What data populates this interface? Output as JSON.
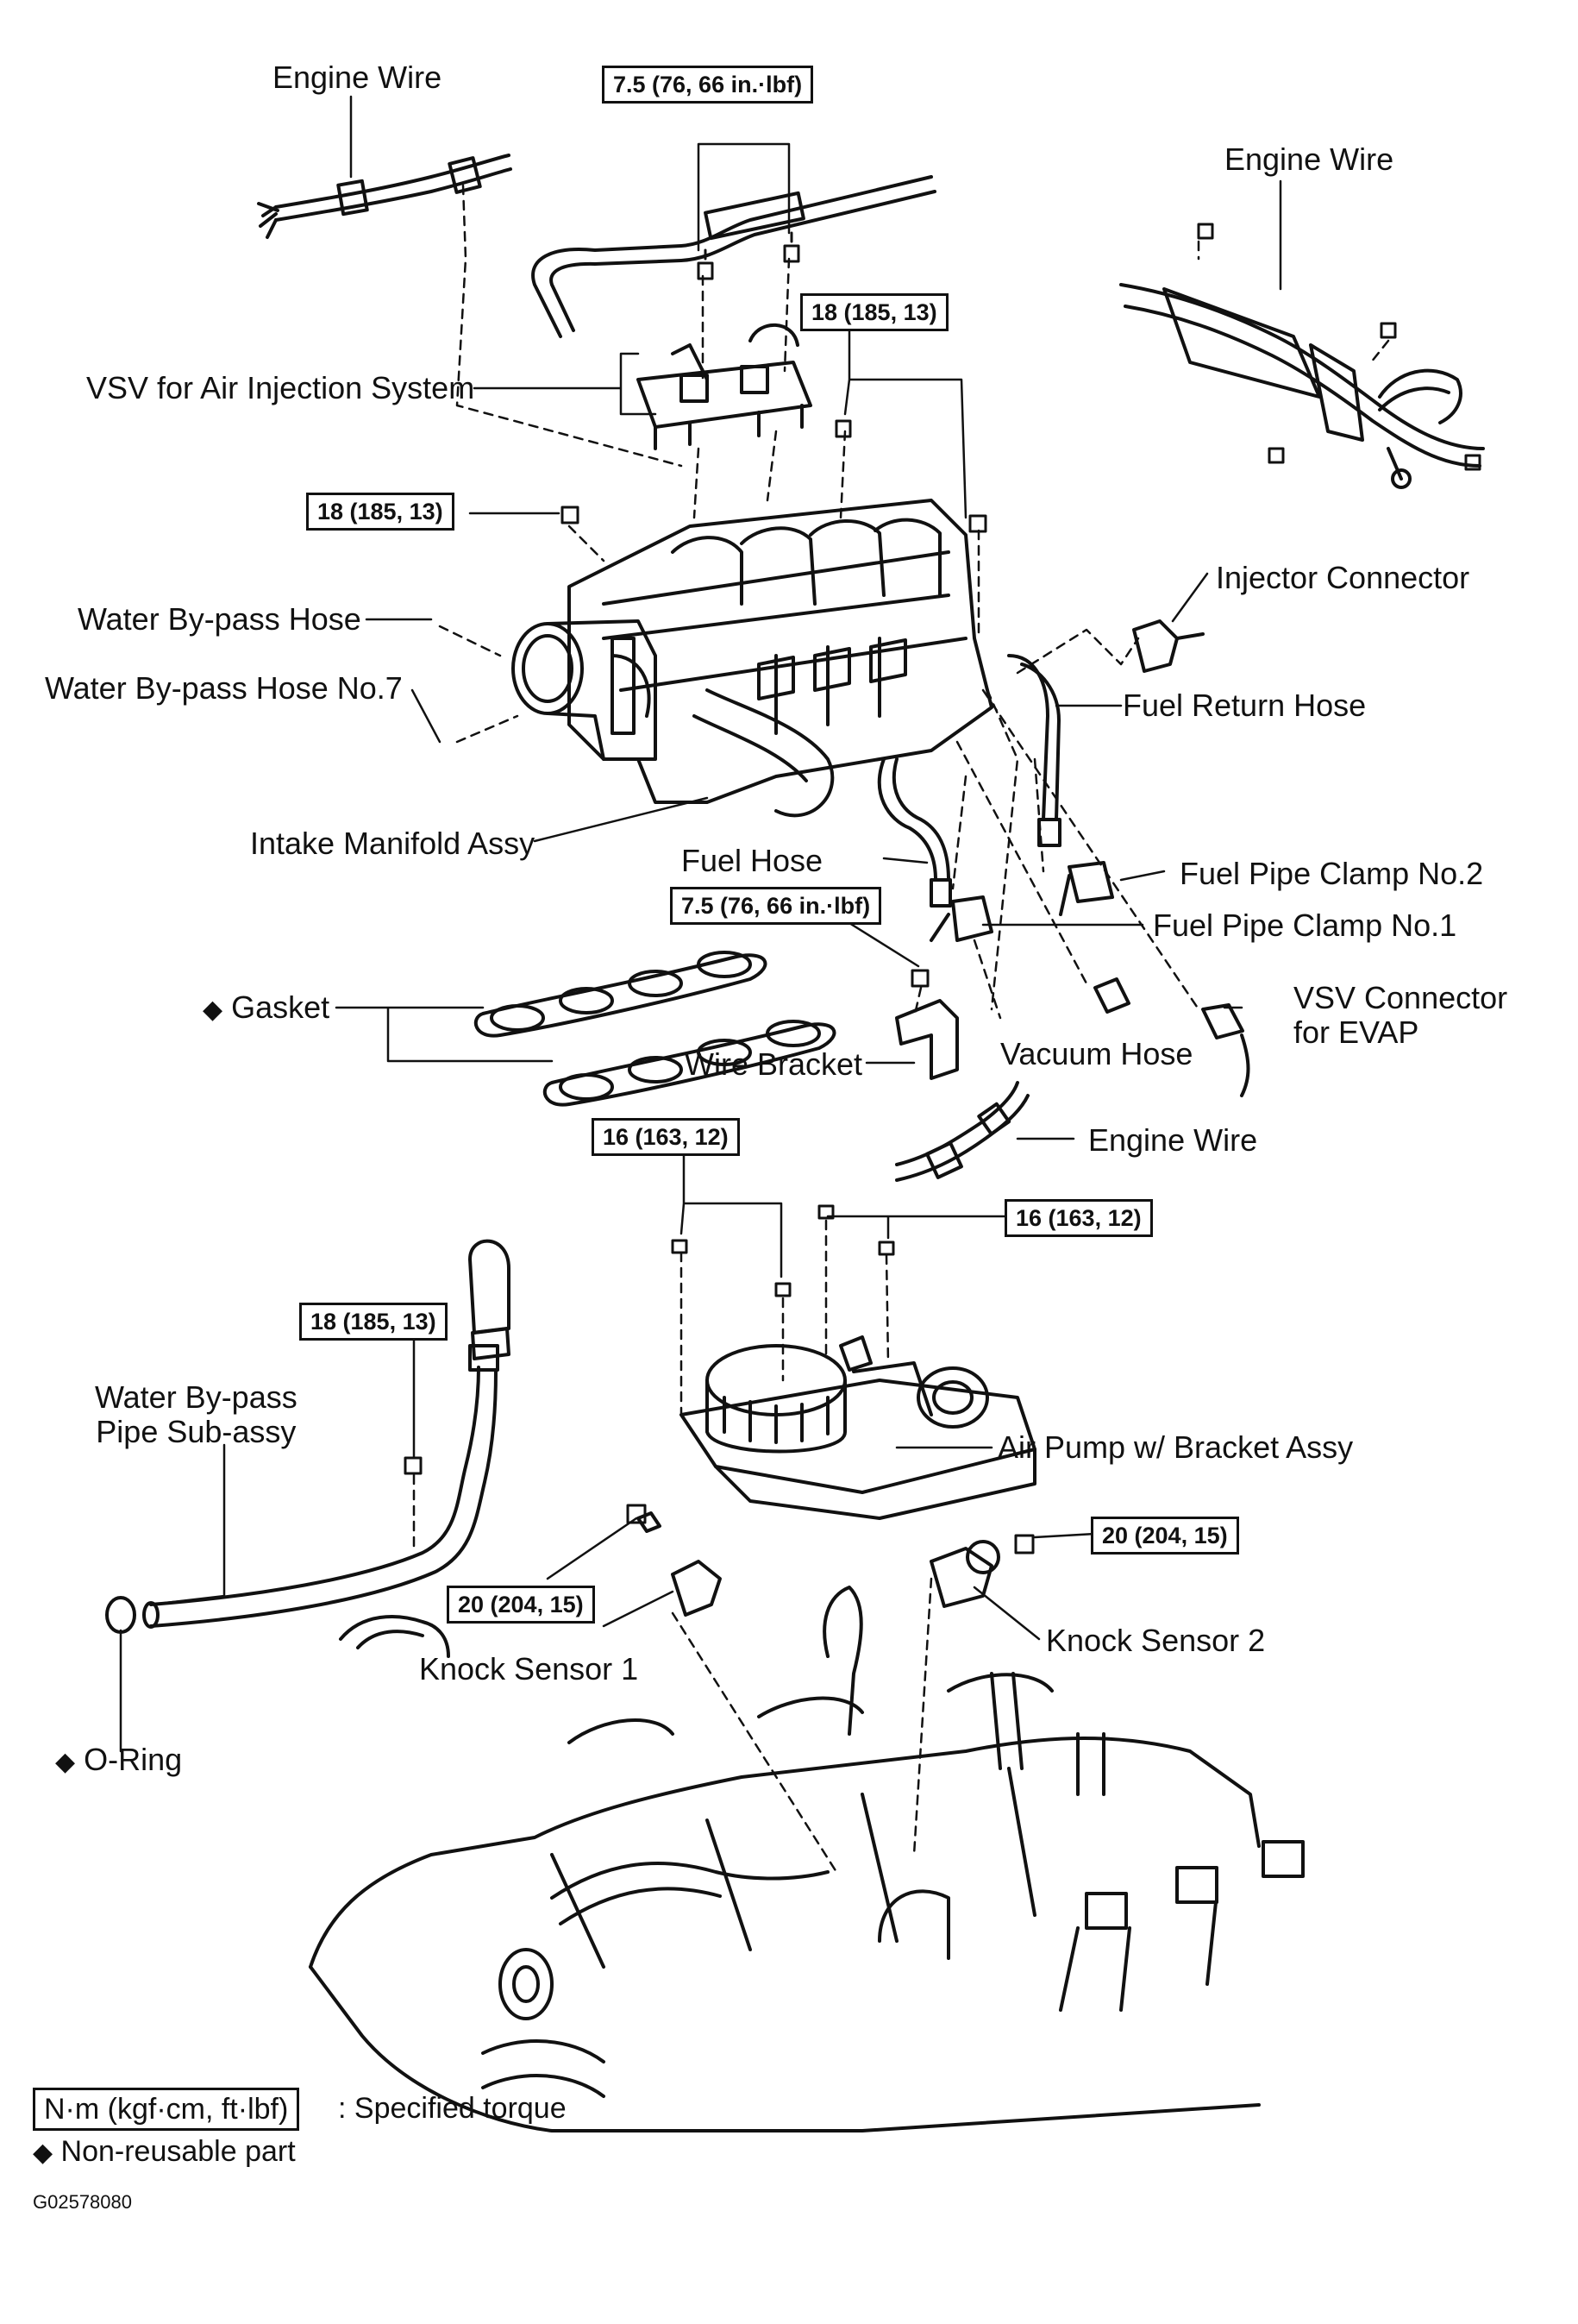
{
  "labels": {
    "engine_wire_top_left": "Engine Wire",
    "engine_wire_top_right": "Engine Wire",
    "engine_wire_middle": "Engine Wire",
    "vsv_air_injection": "VSV for Air Injection System",
    "water_bypass_hose": "Water By-pass Hose",
    "water_bypass_hose_no7": "Water By-pass Hose No.7",
    "intake_manifold": "Intake Manifold Assy",
    "injector_connector": "Injector Connector",
    "fuel_return_hose": "Fuel Return Hose",
    "fuel_hose": "Fuel Hose",
    "fuel_pipe_clamp_no2": "Fuel Pipe Clamp No.2",
    "fuel_pipe_clamp_no1": "Fuel Pipe Clamp No.1",
    "gasket": "Gasket",
    "vsv_connector_evap": "VSV Connector\nfor EVAP",
    "vacuum_hose": "Vacuum Hose",
    "wire_bracket": "Wire Bracket",
    "air_pump": "Air Pump w/ Bracket Assy",
    "water_bypass_pipe": "Water By-pass\nPipe Sub-assy",
    "knock_sensor_1": "Knock Sensor 1",
    "knock_sensor_2": "Knock Sensor 2",
    "o_ring": "O-Ring"
  },
  "torques": {
    "t_7_5_top": "7.5 (76, 66 in.·lbf)",
    "t_18_upper_right": "18 (185, 13)",
    "t_18_left": "18 (185, 13)",
    "t_7_5_mid": "7.5 (76, 66 in.·lbf)",
    "t_16_left": "16 (163, 12)",
    "t_16_right": "16 (163, 12)",
    "t_18_pipe": "18 (185, 13)",
    "t_20_knock1": "20 (204, 15)",
    "t_20_knock2": "20 (204, 15)"
  },
  "legend": {
    "torque_box": "N·m (kgf·cm, ft·lbf)",
    "torque_desc": ": Specified torque",
    "non_reusable": "Non-reusable part",
    "non_reusable_symbol": "◆"
  },
  "figure_code": "G02578080"
}
